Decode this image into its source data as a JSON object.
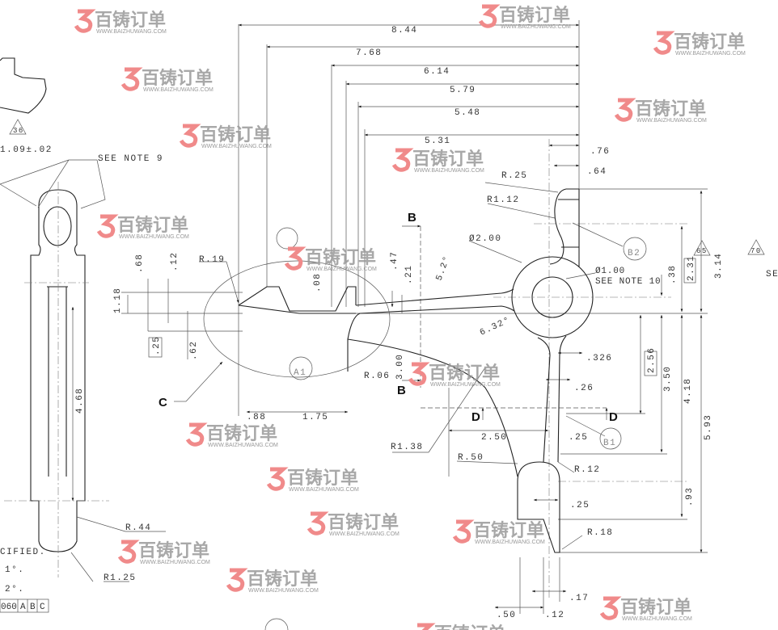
{
  "watermark": {
    "brand": "百铸订单",
    "url": "WWW.BAIZHUWANG.COM"
  },
  "colors": {
    "line": "#222222",
    "watermark_logo": "#f08a8a",
    "watermark_text": "#9a9a9a"
  },
  "top_dims": [
    "8.44",
    "7.68",
    "6.14",
    "5.79",
    "5.48",
    "5.31",
    ".76",
    ".64"
  ],
  "right_dims": {
    "r25": "R.25",
    "r112": "R1.12",
    "dia2": "Ø2.00",
    "dia1": "Ø1.00",
    "note10": "SEE NOTE 10",
    "d38": ".38",
    "d231": "2.31",
    "d314": "3.14",
    "tri65": "65",
    "tri70": "70",
    "se": "SE",
    "d47": ".47",
    "d21": ".21",
    "a52": "5.2°",
    "a632": "6.32°",
    "d326": ".326",
    "d26": ".26",
    "d256": "2.56",
    "d350": "3.50",
    "d418": "4.18",
    "d593": "5.93",
    "d250": "2.50",
    "d25a": ".25",
    "r138": "R1.38",
    "r50": "R.50",
    "r12": "R.12",
    "d25b": ".25",
    "d93": ".93",
    "r18": "R.18",
    "d17": ".17",
    "d50": ".50",
    "d12": ".12",
    "r06": "R.06",
    "d300": "3.00"
  },
  "section_labels": {
    "b_top": "B",
    "b_bot": "B",
    "d_left": "D",
    "d_right": "D",
    "c": "C"
  },
  "datums": {
    "b1": "B1",
    "b2": "B2",
    "a1": "A1"
  },
  "left_dims": {
    "tri36": "36",
    "d109": "1.09±.02",
    "note9": "SEE NOTE 9",
    "r19": "R.19",
    "d68": ".68",
    "d12": ".12",
    "d118": "1.18",
    "d08": ".08",
    "d25": ".25",
    "d62": ".62",
    "d88": ".88",
    "d175": "1.75",
    "d468": "4.68",
    "r44": "R.44",
    "r125": "R1.25"
  },
  "notes": {
    "cified": "CIFIED.",
    "n1": "1°.",
    "n2": "2°.",
    "fcf": [
      "060",
      "A",
      "B",
      "C"
    ]
  }
}
